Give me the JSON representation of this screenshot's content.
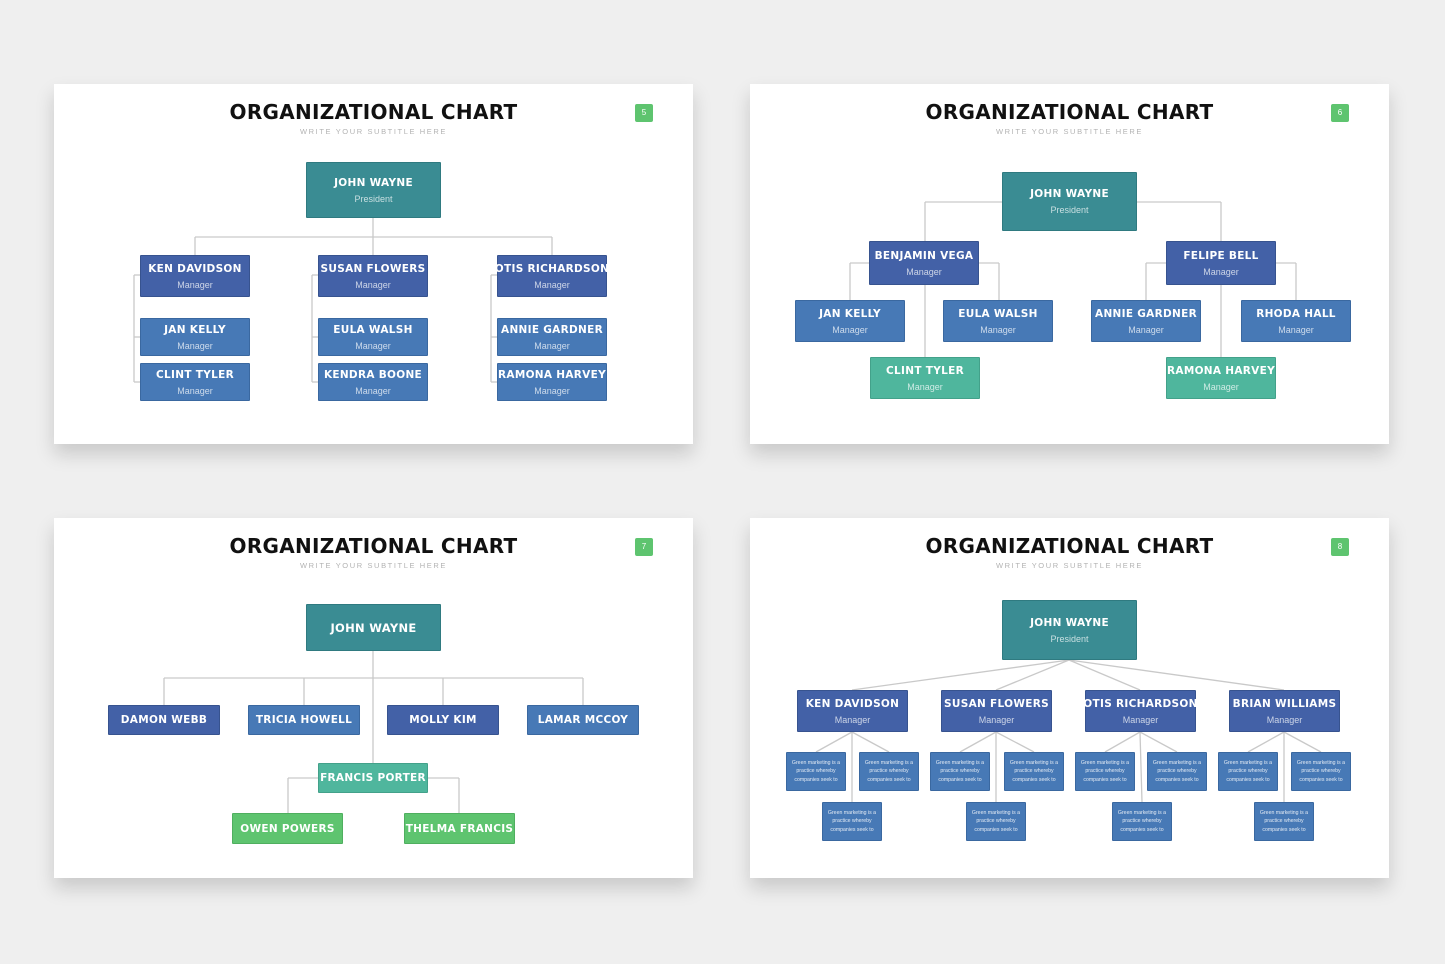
{
  "slides": [
    {
      "title": "ORGANIZATIONAL CHART",
      "subtitle": "WRITE YOUR SUBTITLE HERE",
      "page_number": "5",
      "root": {
        "name": "JOHN WAYNE",
        "role": "President"
      },
      "managers": [
        {
          "name": "KEN DAVIDSON",
          "role": "Manager",
          "reports": [
            {
              "name": "JAN KELLY",
              "role": "Manager"
            },
            {
              "name": "CLINT TYLER",
              "role": "Manager"
            }
          ]
        },
        {
          "name": "SUSAN FLOWERS",
          "role": "Manager",
          "reports": [
            {
              "name": "EULA WALSH",
              "role": "Manager"
            },
            {
              "name": "KENDRA BOONE",
              "role": "Manager"
            }
          ]
        },
        {
          "name": "OTIS RICHARDSON",
          "role": "Manager",
          "reports": [
            {
              "name": "ANNIE GARDNER",
              "role": "Manager"
            },
            {
              "name": "RAMONA HARVEY",
              "role": "Manager"
            }
          ]
        }
      ]
    },
    {
      "title": "ORGANIZATIONAL CHART",
      "subtitle": "WRITE YOUR SUBTITLE HERE",
      "page_number": "6",
      "root": {
        "name": "JOHN WAYNE",
        "role": "President"
      },
      "managers": [
        {
          "name": "BENJAMIN VEGA",
          "role": "Manager",
          "reports": [
            {
              "name": "JAN KELLY",
              "role": "Manager"
            },
            {
              "name": "EULA WALSH",
              "role": "Manager"
            }
          ],
          "bottom": {
            "name": "CLINT TYLER",
            "role": "Manager"
          }
        },
        {
          "name": "FELIPE BELL",
          "role": "Manager",
          "reports": [
            {
              "name": "ANNIE GARDNER",
              "role": "Manager"
            },
            {
              "name": "RHODA HALL",
              "role": "Manager"
            }
          ],
          "bottom": {
            "name": "RAMONA HARVEY",
            "role": "Manager"
          }
        }
      ]
    },
    {
      "title": "ORGANIZATIONAL CHART",
      "subtitle": "WRITE YOUR SUBTITLE HERE",
      "page_number": "7",
      "root": {
        "name": "JOHN WAYNE"
      },
      "members": [
        {
          "name": "DAMON WEBB"
        },
        {
          "name": "TRICIA HOWELL"
        },
        {
          "name": "MOLLY KIM"
        },
        {
          "name": "LAMAR MCCOY"
        }
      ],
      "sub_lead": {
        "name": "FRANCIS PORTER"
      },
      "sub_reports": [
        {
          "name": "OWEN POWERS"
        },
        {
          "name": "THELMA FRANCIS"
        }
      ]
    },
    {
      "title": "ORGANIZATIONAL CHART",
      "subtitle": "WRITE YOUR SUBTITLE HERE",
      "page_number": "8",
      "root": {
        "name": "JOHN WAYNE",
        "role": "President"
      },
      "managers": [
        {
          "name": "KEN DAVIDSON",
          "role": "Manager"
        },
        {
          "name": "SUSAN FLOWERS",
          "role": "Manager"
        },
        {
          "name": "OTIS RICHARDSON",
          "role": "Manager"
        },
        {
          "name": "BRIAN WILLIAMS",
          "role": "Manager"
        }
      ],
      "note_text": "Green marketing is a practice whereby companies seek to"
    }
  ]
}
